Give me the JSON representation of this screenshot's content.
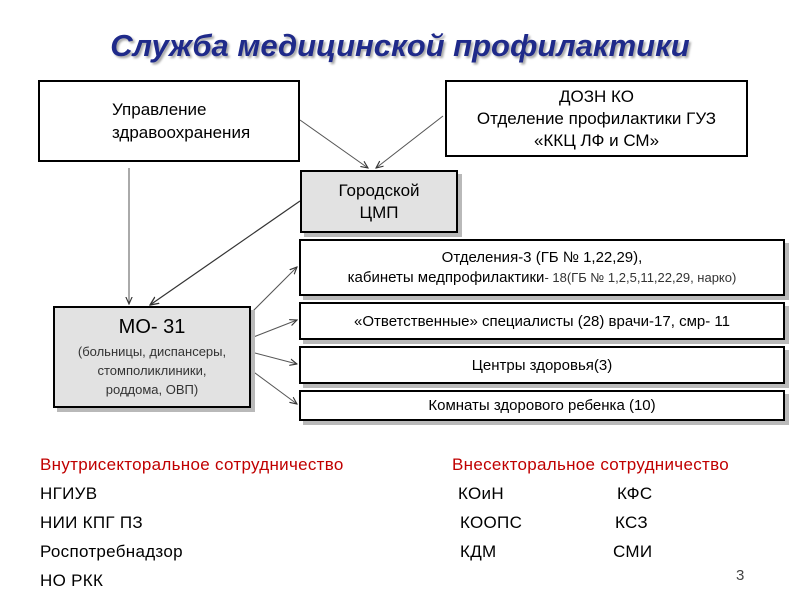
{
  "title": "Служба медицинской профилактики",
  "boxes": {
    "uprav": [
      "Управление",
      "здравоохранения"
    ],
    "dozn": [
      "ДОЗН КО",
      "Отделение профилактики ГУЗ",
      "«ККЦ ЛФ и СМ»"
    ],
    "cmp": [
      "Городской",
      "ЦМП"
    ],
    "otd": {
      "line1": "Отделения-3 (ГБ № 1,22,29),",
      "line2": "кабинеты медпрофилактики",
      "line2_suffix": "- 18(ГБ № 1,2,5,11,22,29, нарко)"
    },
    "otv": "«Ответственные» специалисты (28) врачи-17, смр- 11",
    "centers": "Центры здоровья(3)",
    "rooms": "Комнаты здорового ребенка (10)",
    "mo": {
      "title": "МО- 31",
      "sub": [
        "(больницы, диспансеры,",
        "стомполиклиники,",
        "роддома, ОВП)"
      ]
    }
  },
  "intra": {
    "heading": "Внутрисекторальное сотрудничество",
    "items": [
      "НГИУВ",
      "НИИ КПГ ПЗ",
      "Роспотребнадзор",
      "НО РКК"
    ]
  },
  "inter": {
    "heading": "Внесекторальное сотрудничество",
    "col1": [
      "КОиН",
      "КООПС",
      "КДМ"
    ],
    "col2": [
      "КФС",
      "КСЗ",
      "СМИ"
    ]
  },
  "page_number": "3",
  "colors": {
    "title": "#1f2a8a",
    "heading": "#c00000",
    "box_gray": "#e2e2e2"
  }
}
